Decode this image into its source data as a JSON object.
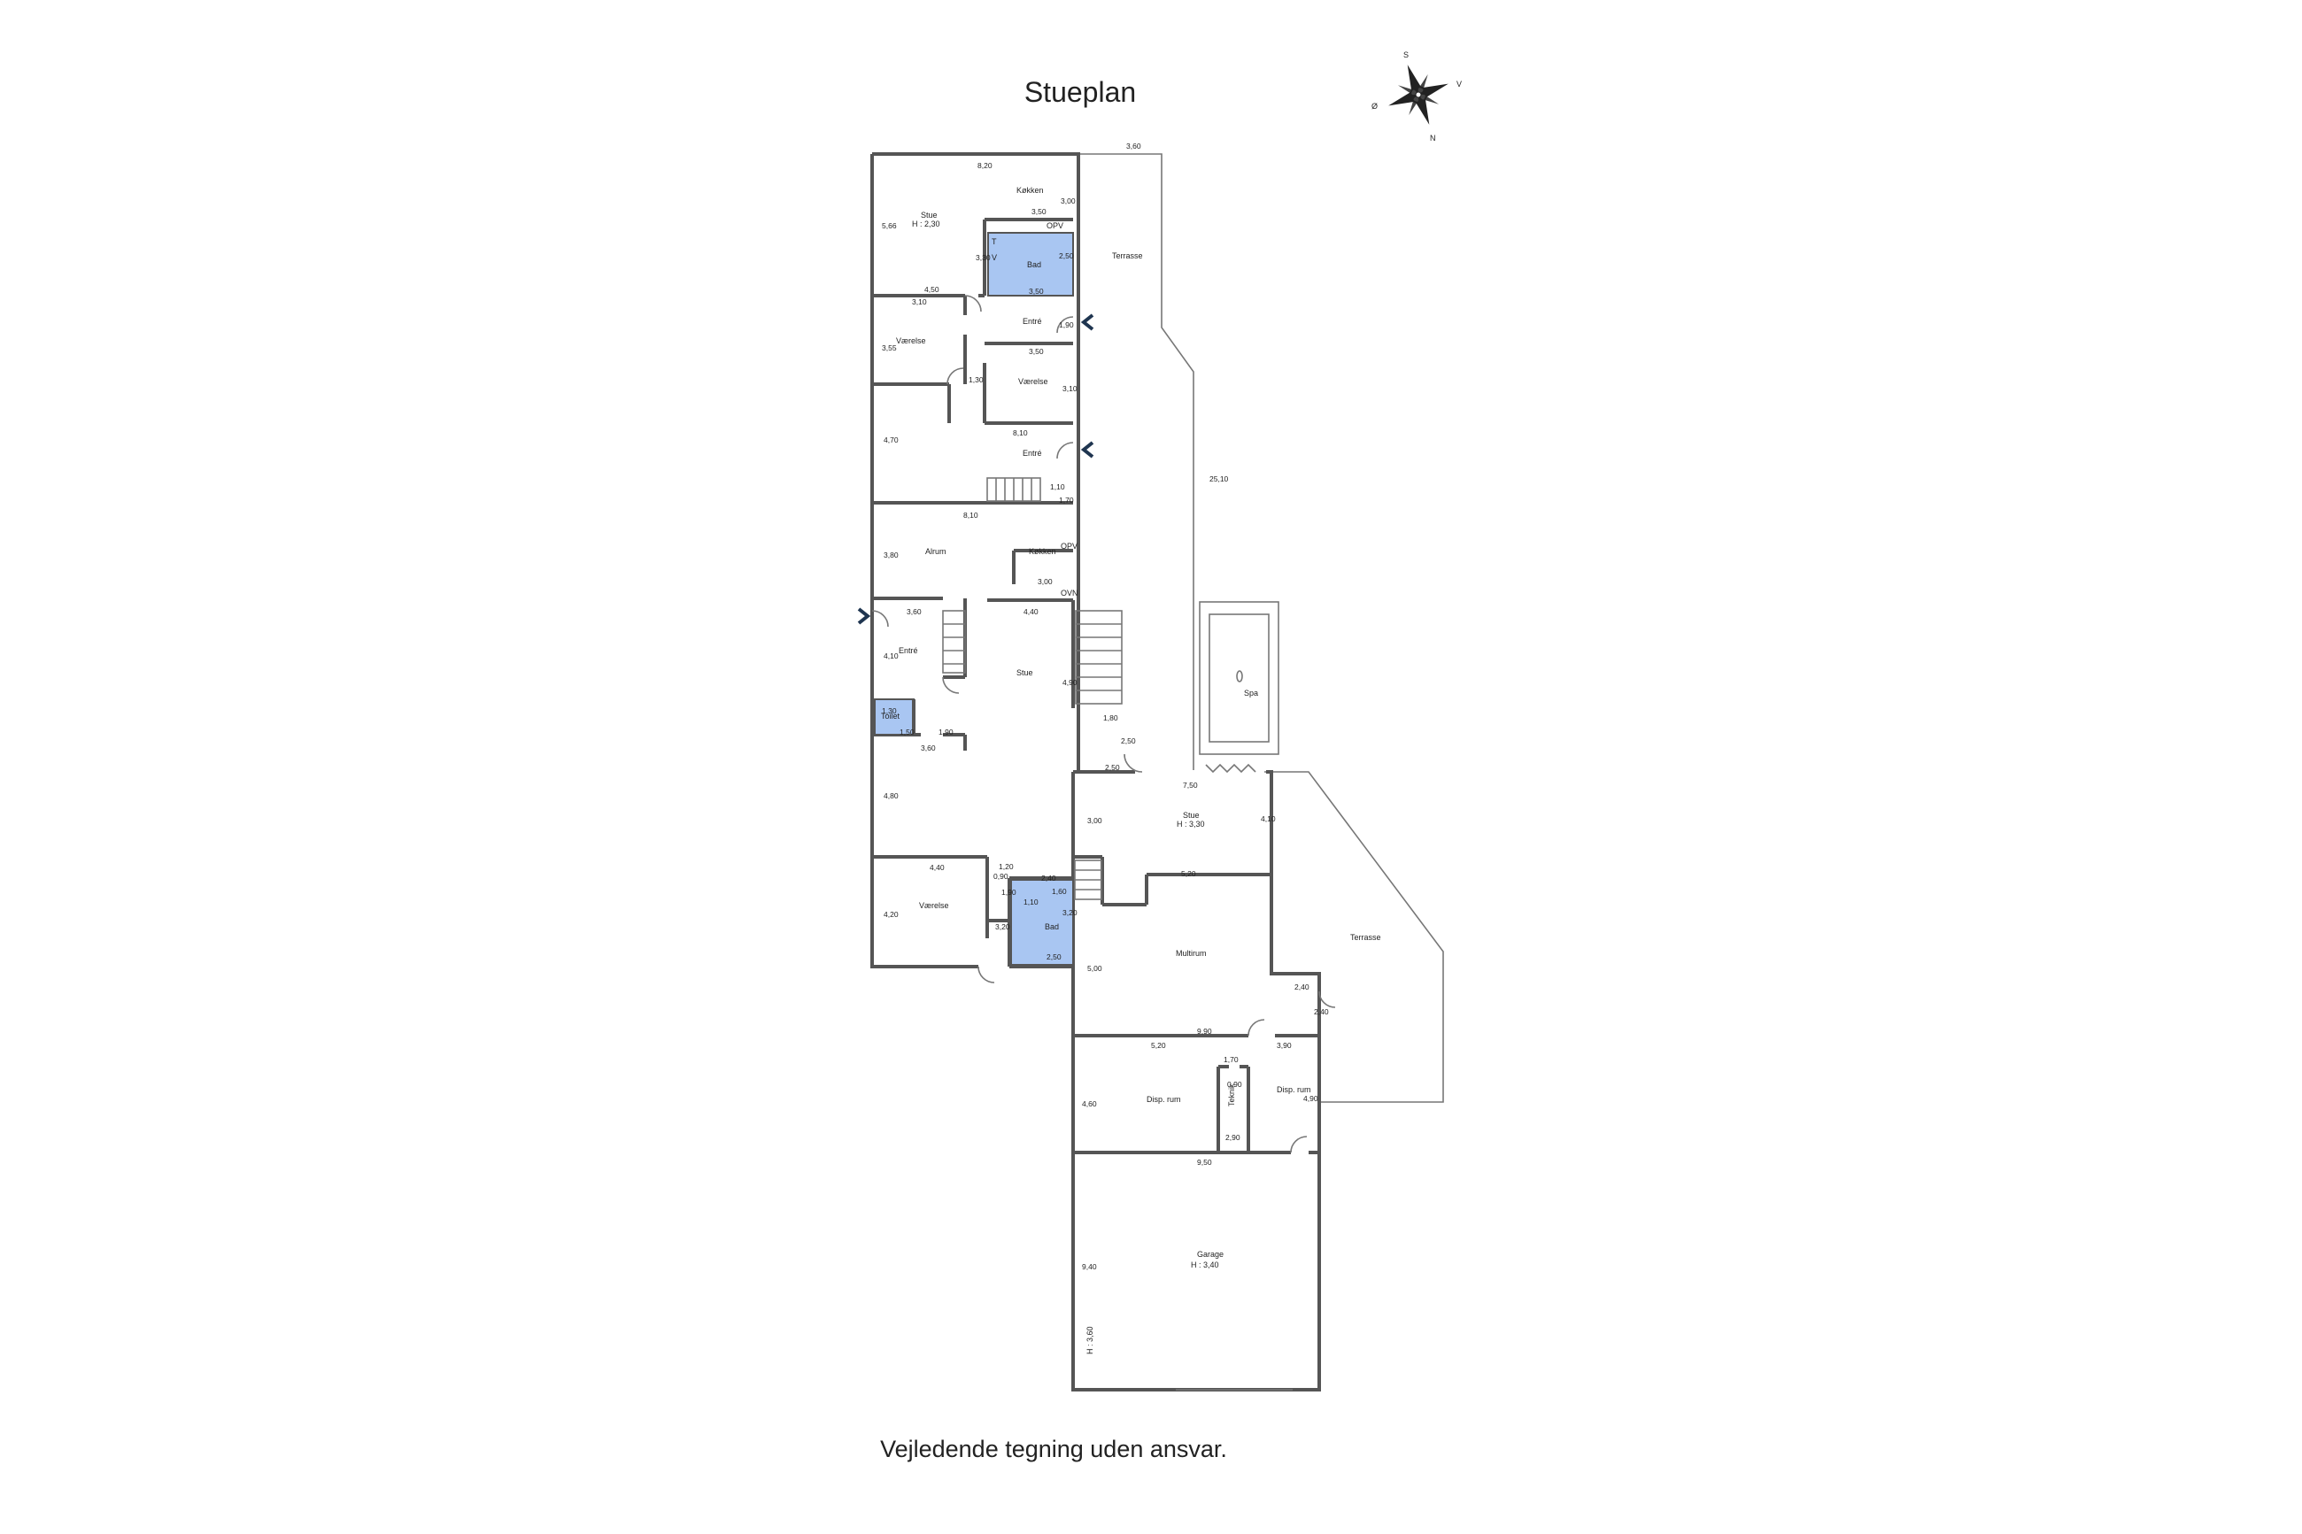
{
  "title": "Stueplan",
  "disclaimer": "Vejledende tegning uden ansvar.",
  "compass": {
    "letters": [
      "S",
      "V",
      "N",
      "Ø"
    ]
  },
  "colors": {
    "bathroom": "#a9c6f2",
    "wall": "#555555",
    "entry_arrow": "#1f3550"
  },
  "rooms": {
    "stue_top": "Stue",
    "stue_top_h": "H : 2,30",
    "koekken_top": "Køkken",
    "bad_top": "Bad",
    "entre_1": "Entré",
    "vaerelse_1": "Værelse",
    "vaerelse_2": "Værelse",
    "entre_2": "Entré",
    "alrum": "Alrum",
    "koekken_2": "Køkken",
    "entre_3": "Entré",
    "stue_mid": "Stue",
    "toilet": "Toilet",
    "vaerelse_3": "Værelse",
    "bad_2": "Bad",
    "stue_3": "Stue",
    "stue_3_h": "H : 3,30",
    "multirum": "Multirum",
    "terrasse_1": "Terrasse",
    "terrasse_2": "Terrasse",
    "spa": "Spa",
    "disp_1": "Disp. rum",
    "disp_2": "Disp. rum",
    "teknik": "Teknik",
    "garage": "Garage",
    "garage_h": "H : 3,40",
    "h360": "H : 3,60"
  },
  "symbols": {
    "opv": "OPV",
    "ovn": "OVN",
    "t": "T",
    "v": "V"
  },
  "dims": {
    "d820": "8,20",
    "d300": "3,00",
    "d350a": "3,50",
    "d566": "5,66",
    "d330": "3,30",
    "d250a": "2,50",
    "d350b": "3,50",
    "d450": "4,50",
    "d310a": "3,10",
    "d190a": "1,90",
    "d355": "3,55",
    "d350c": "3,50",
    "d130": "1,30",
    "d310b": "3,10",
    "d810a": "8,10",
    "d470": "4,70",
    "d110a": "1,10",
    "d170a": "1,70",
    "d810b": "8,10",
    "d380": "3,80",
    "d300b": "3,00",
    "d360a": "3,60",
    "d440a": "4,40",
    "d410a": "4,10",
    "d490": "4,90",
    "d130b": "1,30",
    "d150": "1,50",
    "d190b": "1,90",
    "d180": "1,80",
    "d360b": "3,60",
    "d250b": "2,50",
    "d250c": "2,50",
    "d480": "4,80",
    "d750": "7,50",
    "d300c": "3,00",
    "d410b": "4,10",
    "d520a": "5,20",
    "d120": "1,20",
    "d090a": "0,90",
    "d190c": "1,90",
    "d240a": "2,40",
    "d160": "1,60",
    "d110b": "1,10",
    "d440b": "4,40",
    "d420": "4,20",
    "d320a": "3,20",
    "d320b": "3,20",
    "d250d": "2,50",
    "d500": "5,00",
    "d240b": "2,40",
    "d240c": "2,40",
    "d990": "9,90",
    "d390": "3,90",
    "d520b": "5,20",
    "d170b": "1,70",
    "d460": "4,60",
    "d090b": "0,90",
    "d490b": "4,90",
    "d290": "2,90",
    "d950": "9,50",
    "d940": "9,40",
    "d360c": "3,60",
    "d2510": "25,10"
  }
}
